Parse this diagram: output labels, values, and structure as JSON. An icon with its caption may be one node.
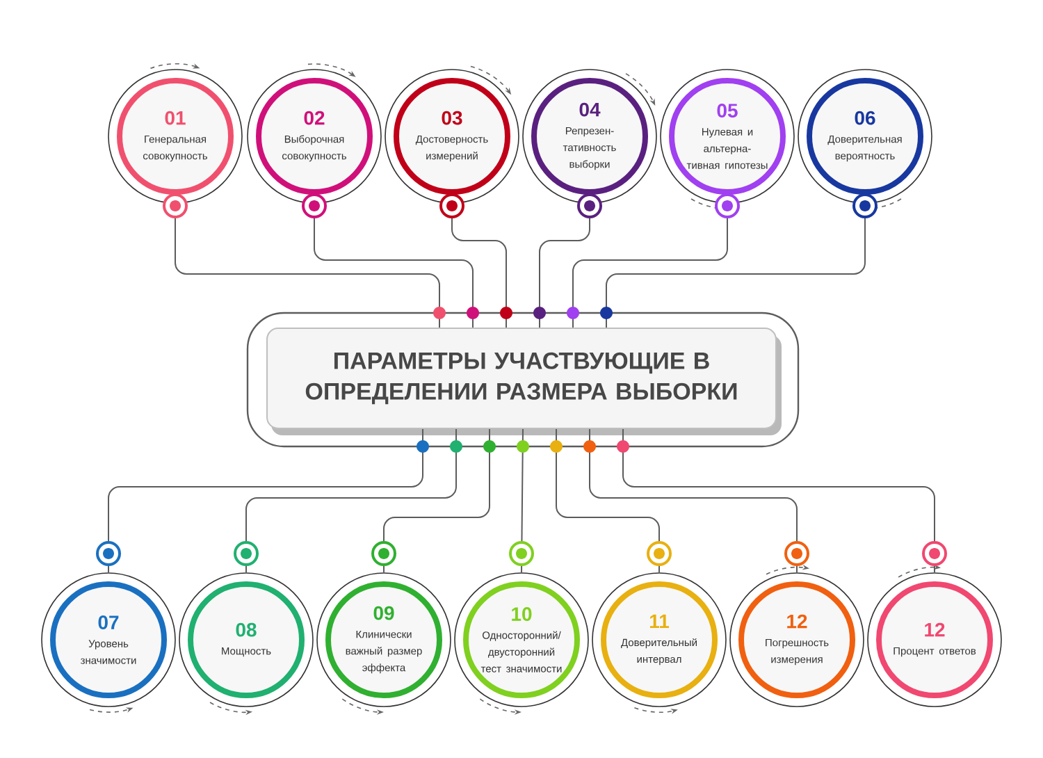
{
  "diagram": {
    "nodes": [
      {
        "text": [
          "ПАРАМЕТРЫ УЧАСТВУЮЩИЕ В ОПРЕДЕЛЕНИИ РАЗМЕРА ВЫБОРКИ"
        ]
      },
      {
        "text": [
          "01",
          "Генеральная совокупность"
        ]
      },
      {
        "text": [
          "02",
          "Выборочная совокупность"
        ]
      },
      {
        "text": [
          "03",
          "Достоверность измерений"
        ]
      },
      {
        "text": [
          "04",
          "Репрезен- тативность выборки"
        ]
      },
      {
        "text": [
          "05",
          "Нулевая и альтерна- тивная гипотезы"
        ]
      },
      {
        "text": [
          "06",
          "Доверительная вероятность"
        ]
      },
      {
        "text": [
          "07",
          "Уровень значимости"
        ]
      },
      {
        "text": [
          "08",
          "Мощность"
        ]
      },
      {
        "text": [
          "09",
          "Клинически важный размер эффекта"
        ]
      },
      {
        "text": [
          "10",
          "Односторонний/ двусторонний тест значимости"
        ]
      },
      {
        "text": [
          "11",
          "Доверительный интервал"
        ]
      },
      {
        "text": [
          "12",
          "Погрешность измерения"
        ]
      },
      {
        "text": [
          "12",
          "Процент ответов"
        ]
      }
    ],
    "edges": [
      {
        "from": 1,
        "to": 0,
        "arrow": "none"
      },
      {
        "from": 2,
        "to": 0,
        "arrow": "none"
      },
      {
        "from": 3,
        "to": 0,
        "arrow": "none"
      },
      {
        "from": 4,
        "to": 0,
        "arrow": "none"
      },
      {
        "from": 5,
        "to": 0,
        "arrow": "none"
      },
      {
        "from": 6,
        "to": 0,
        "arrow": "none"
      },
      {
        "from": 7,
        "to": 0,
        "arrow": "none"
      },
      {
        "from": 8,
        "to": 0,
        "arrow": "none"
      },
      {
        "from": 9,
        "to": 0,
        "arrow": "none"
      },
      {
        "from": 10,
        "to": 0,
        "arrow": "none"
      },
      {
        "from": 11,
        "to": 0,
        "arrow": "none"
      },
      {
        "from": 12,
        "to": 0,
        "arrow": "none"
      },
      {
        "from": 13,
        "to": 0,
        "arrow": "none"
      }
    ]
  }
}
